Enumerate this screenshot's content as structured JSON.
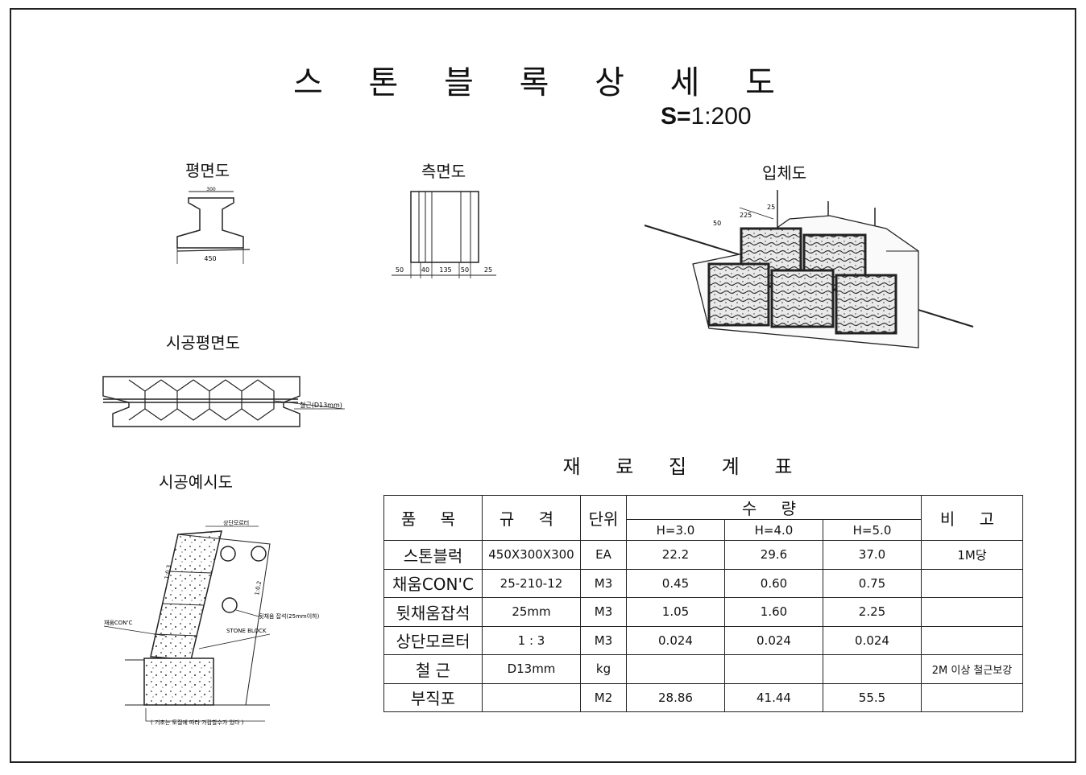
{
  "title": "스 톤 블 록 상 세 도",
  "scale": {
    "prefix": "S=",
    "value": "1:200"
  },
  "views": {
    "plan": "평면도",
    "side": "측면도",
    "iso": "입체도",
    "construction_plan": "시공평면도",
    "construction_example": "시공예시도"
  },
  "plan_dims": {
    "top": "300",
    "bottom": "450"
  },
  "side_dims": [
    "50",
    "40",
    "135",
    "50",
    "25"
  ],
  "iso_dims": [
    "50",
    "225",
    "25"
  ],
  "rebar_label": "철근(D13mm)",
  "section_labels": {
    "top_mortar": "상단모르터",
    "fill_stone": "뒷채움 잡석(25mm이하)",
    "fill_concrete": "채움CON'C",
    "stone_block": "STONE BLOCK",
    "slope_left": "1:0.3",
    "slope_right": "1:0.2",
    "foundation_note": "( 기초는 토질에 따라 가감할수가 있다 )"
  },
  "materials_table": {
    "title": "재 료 집 계 표",
    "headers": {
      "item": "품 목",
      "spec": "규 격",
      "unit": "단위",
      "quantity": "수 량",
      "note": "비 고",
      "h3": "H=3.0",
      "h4": "H=4.0",
      "h5": "H=5.0"
    },
    "rows": [
      {
        "item": "스톤블럭",
        "spec": "450X300X300",
        "unit": "EA",
        "h3": "22.2",
        "h4": "29.6",
        "h5": "37.0",
        "note": "1M당"
      },
      {
        "item": "채움CON'C",
        "spec": "25-210-12",
        "unit": "M3",
        "h3": "0.45",
        "h4": "0.60",
        "h5": "0.75",
        "note": ""
      },
      {
        "item": "뒷채움잡석",
        "spec": "25mm",
        "unit": "M3",
        "h3": "1.05",
        "h4": "1.60",
        "h5": "2.25",
        "note": ""
      },
      {
        "item": "상단모르터",
        "spec": "1 : 3",
        "unit": "M3",
        "h3": "0.024",
        "h4": "0.024",
        "h5": "0.024",
        "note": ""
      },
      {
        "item": "철 근",
        "spec": "D13mm",
        "unit": "kg",
        "h3": "",
        "h4": "",
        "h5": "",
        "note": "2M 이상 철근보강"
      },
      {
        "item": "부직포",
        "spec": "",
        "unit": "M2",
        "h3": "28.86",
        "h4": "41.44",
        "h5": "55.5",
        "note": ""
      }
    ]
  }
}
